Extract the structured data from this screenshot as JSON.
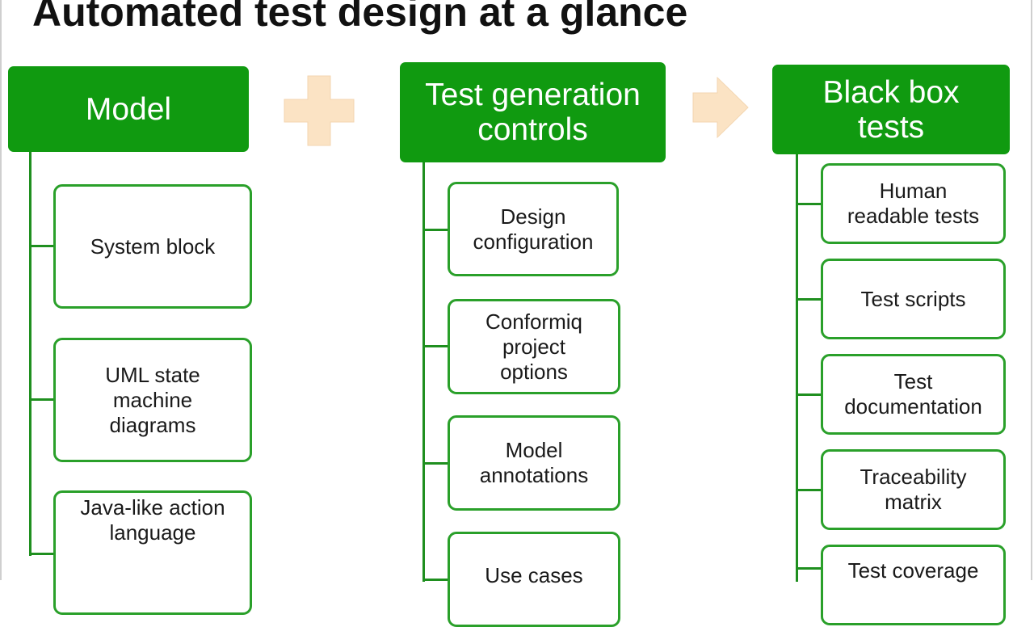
{
  "title": "Automated test design at a glance",
  "columns": [
    {
      "header": "Model",
      "items": [
        "System block",
        "UML state\nmachine\ndiagrams",
        "Java-like action\nlanguage"
      ]
    },
    {
      "header": "Test generation\ncontrols",
      "items": [
        "Design\nconfiguration",
        "Conformiq\nproject\noptions",
        "Model\nannotations",
        "Use cases"
      ]
    },
    {
      "header": "Black box\ntests",
      "items": [
        "Human\nreadable tests",
        "Test scripts",
        "Test\ndocumentation",
        "Traceability\nmatrix",
        "Test coverage"
      ]
    }
  ],
  "symbols": {
    "plus": "plus-icon",
    "arrow": "arrow-right-icon"
  },
  "colors": {
    "header_fill": "#109a10",
    "box_border": "#2aa02a",
    "connector": "#1f8f1f",
    "symbol_fill": "#fbe3c4"
  }
}
